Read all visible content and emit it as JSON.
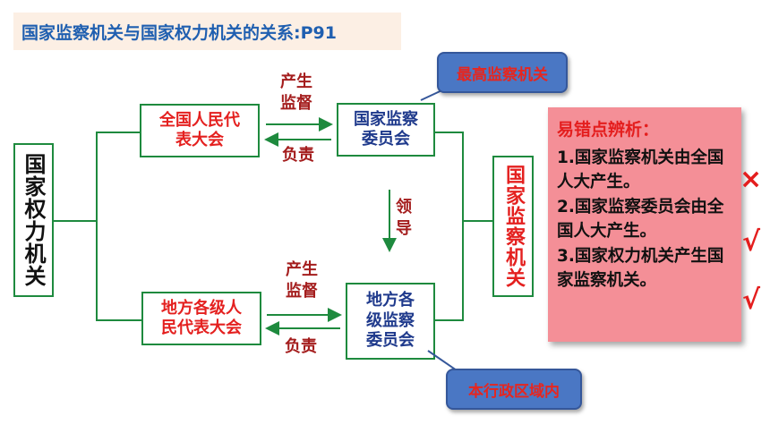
{
  "title": "国家监察机关与国家权力机关的关系:P91",
  "nodes": {
    "state_power": "国家权力机关",
    "npc": "全国人民代\n表大会",
    "national_supervision": "国家监察\n委员会",
    "local_congress": "地方各级人\n民代表大会",
    "local_supervision": "地方各\n级监察\n委员会",
    "state_supervision": "国家监察机关"
  },
  "labels": {
    "produce_supervise_top": "产生\n监督",
    "responsible_top": "负责",
    "lead": "领\n导",
    "produce_supervise_bottom": "产生\n监督",
    "responsible_bottom": "负责"
  },
  "callouts": {
    "highest": "最高监察机关",
    "region": "本行政区域内"
  },
  "analysis": {
    "title": "易错点辨析：",
    "items": [
      "1.国家监察机关由全国人大产生。",
      "2.国家监察委员会由全国人大产生。",
      "3.国家权力机关产生国家监察机关。"
    ],
    "marks": [
      "×",
      "√",
      "√"
    ]
  },
  "colors": {
    "box_border": "#1e8a3e",
    "callout_bg": "#4a77c4",
    "analysis_bg": "#f48f97",
    "title_bg": "#fcefe4"
  }
}
